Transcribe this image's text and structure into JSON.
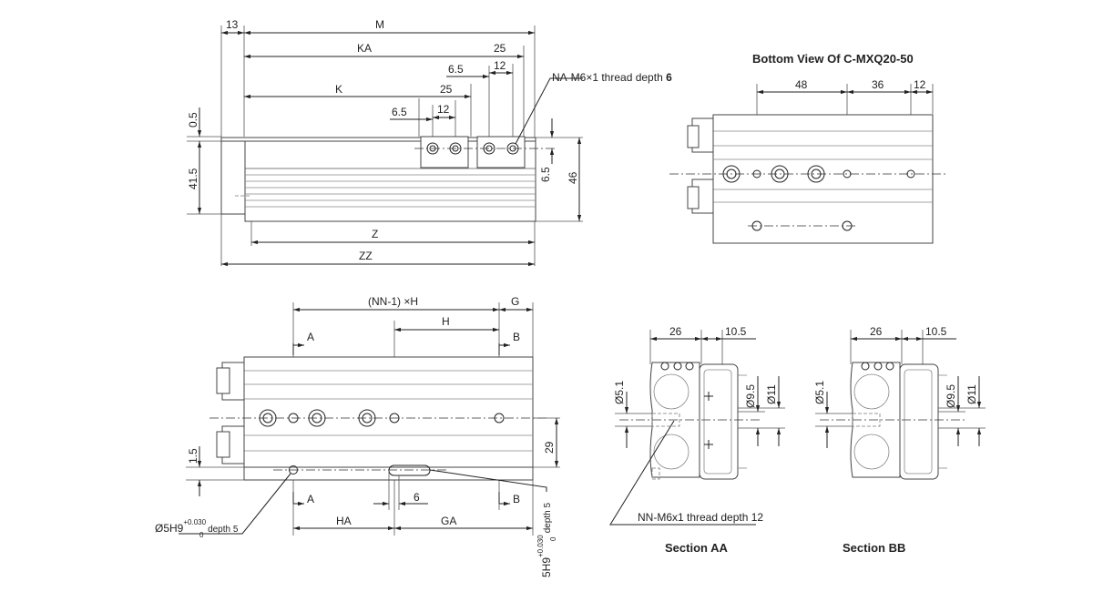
{
  "top_view": {
    "dims": {
      "d13": "13",
      "M": "M",
      "KA": "KA",
      "d25a": "25",
      "d65a": "6.5",
      "d12a": "12",
      "K": "K",
      "d25b": "25",
      "d65b": "6.5",
      "d12b": "12",
      "d05": "0.5",
      "d415": "41.5",
      "d65v": "6.5",
      "d46": "46",
      "Z": "Z",
      "ZZ": "ZZ"
    },
    "thread_note_prefix": "NA-M6×1 thread depth ",
    "thread_note_value": "6"
  },
  "bottom_view": {
    "title": "Bottom View Of C-MXQ20-50",
    "dims": {
      "d48": "48",
      "d36": "36",
      "d12": "12"
    }
  },
  "side_view": {
    "dims": {
      "NNH": "(NN-1) ×H",
      "G": "G",
      "H": "H",
      "A1": "A",
      "B1": "B",
      "A2": "A",
      "B2": "B",
      "d15": "1.5",
      "d29": "29",
      "d6": "6",
      "HA": "HA",
      "GA": "GA"
    },
    "pin_main": "Ø5H9",
    "pin_tol_upper": "+0.030",
    "pin_tol_lower": "0",
    "pin_depth": "depth 5",
    "slot_main": "5H9",
    "slot_tol_upper": "+0.030",
    "slot_tol_lower": "0",
    "slot_depth": "depth 5"
  },
  "section_aa": {
    "title": "Section AA",
    "dims": {
      "d26": "26",
      "d105": "10.5",
      "d51": "Ø5.1",
      "d95": "Ø9.5",
      "d11": "Ø11"
    },
    "note": "NN-M6x1 thread depth 12"
  },
  "section_bb": {
    "title": "Section BB",
    "dims": {
      "d26": "26",
      "d105": "10.5",
      "d51": "Ø5.1",
      "d95": "Ø9.5",
      "d11": "Ø11"
    }
  }
}
